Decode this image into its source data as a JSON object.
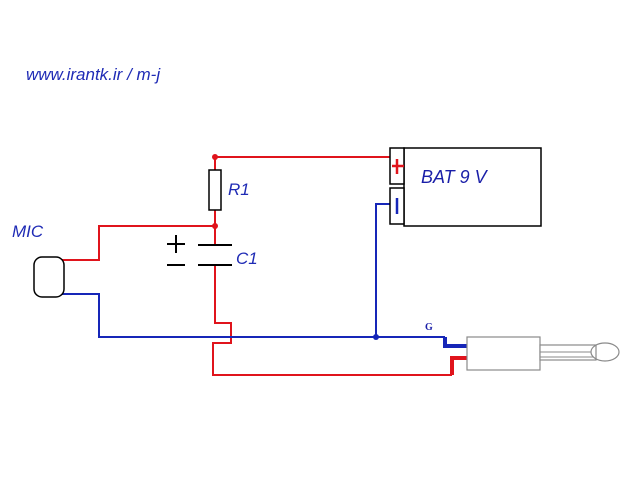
{
  "watermark": "www.irantk.ir / m-j",
  "labels": {
    "mic": "MIC",
    "r1": "R1",
    "c1": "C1",
    "battery": "BAT 9 V",
    "ground": "G"
  },
  "colors": {
    "positive_wire": "#e0141c",
    "negative_wire": "#1626b8",
    "components": "#000000",
    "plug_body": "#8a8a8a",
    "text": "#1f2bb5"
  }
}
